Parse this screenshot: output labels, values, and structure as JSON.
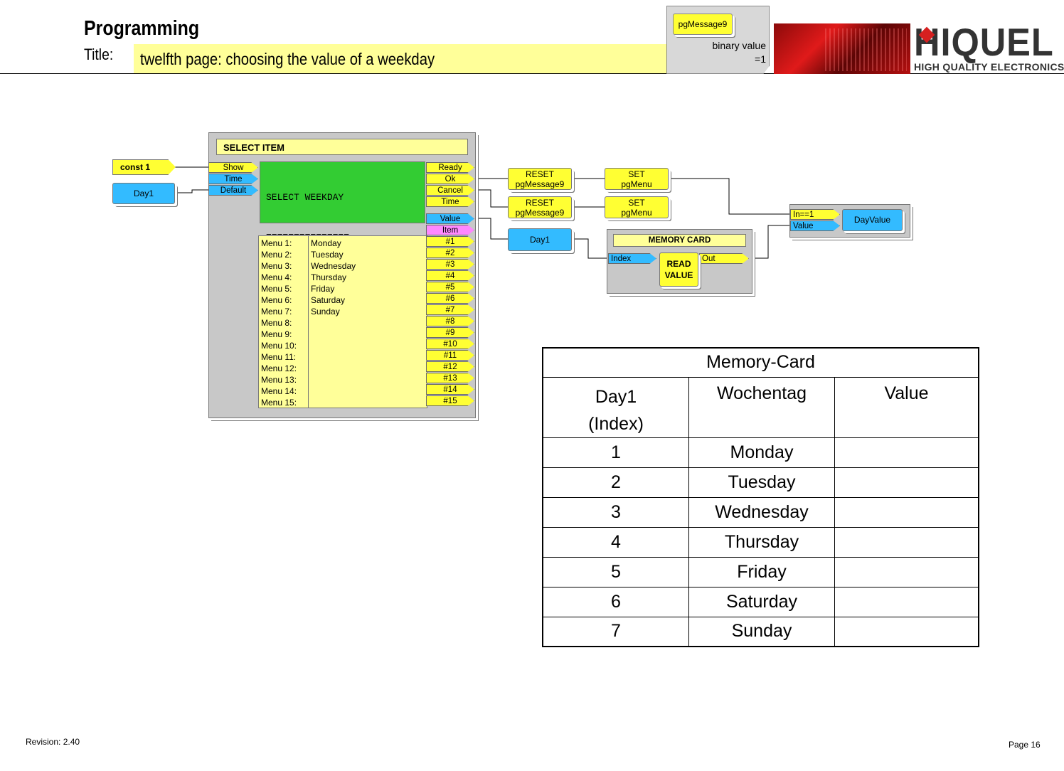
{
  "header": {
    "heading": "Programming",
    "title_label": "Title:",
    "title_text": "twelfth page: choosing the value of a weekday"
  },
  "note": {
    "tag": "pgMessage9",
    "text_line1": "binary value",
    "text_line2": "=1"
  },
  "logo": {
    "wordmark": "HIQUEL",
    "tagline": "HIGH QUALITY ELECTRONICS",
    "brand_color": "#d62020"
  },
  "diagram": {
    "const_block": "const 1",
    "day1_input": "Day1",
    "select_item": {
      "title": "SELECT ITEM",
      "inputs": [
        "Show",
        "Time",
        "Default"
      ],
      "lcd_lines": [
        "SELECT WEEKDAY",
        "===============",
        "##########"
      ],
      "outputs": [
        "Ready",
        "Ok",
        "Cancel",
        "Time",
        "Value",
        "Item"
      ],
      "menu_labels": [
        "Menu 1:",
        "Menu 2:",
        "Menu 3:",
        "Menu 4:",
        "Menu 5:",
        "Menu 6:",
        "Menu 7:",
        "Menu 8:",
        "Menu 9:",
        "Menu 10:",
        "Menu 11:",
        "Menu 12:",
        "Menu 13:",
        "Menu 14:",
        "Menu 15:"
      ],
      "menu_values": [
        "Monday",
        "Tuesday",
        "Wednesday",
        "Thursday",
        "Friday",
        "Saturday",
        "Sunday"
      ],
      "item_ports": [
        "#1",
        "#2",
        "#3",
        "#4",
        "#5",
        "#6",
        "#7",
        "#8",
        "#9",
        "#10",
        "#11",
        "#12",
        "#13",
        "#14",
        "#15"
      ]
    },
    "reset_1": {
      "line1": "RESET",
      "line2": "pgMessage9"
    },
    "reset_2": {
      "line1": "RESET",
      "line2": "pgMessage9"
    },
    "set_1": {
      "line1": "SET",
      "line2": "pgMenu"
    },
    "set_2": {
      "line1": "SET",
      "line2": "pgMenu"
    },
    "day1_output": "Day1",
    "memory_card": {
      "title": "MEMORY CARD",
      "input": "Index",
      "output": "Out",
      "read_line1": "READ",
      "read_line2": "VALUE"
    },
    "dayvalue": {
      "inputs": [
        "In==1",
        "Value"
      ],
      "label": "DayValue"
    }
  },
  "table": {
    "title": "Memory-Card",
    "headers": {
      "col1_line1": "Day1",
      "col1_line2": "(Index)",
      "col2": "Wochentag",
      "col3": "Value"
    },
    "rows": [
      {
        "index": "1",
        "day": "Monday",
        "value": ""
      },
      {
        "index": "2",
        "day": "Tuesday",
        "value": ""
      },
      {
        "index": "3",
        "day": "Wednesday",
        "value": ""
      },
      {
        "index": "4",
        "day": "Thursday",
        "value": ""
      },
      {
        "index": "5",
        "day": "Friday",
        "value": ""
      },
      {
        "index": "6",
        "day": "Saturday",
        "value": ""
      },
      {
        "index": "7",
        "day": "Sunday",
        "value": ""
      }
    ]
  },
  "footer": {
    "revision": "Revision: 2.40",
    "page": "Page 16"
  }
}
